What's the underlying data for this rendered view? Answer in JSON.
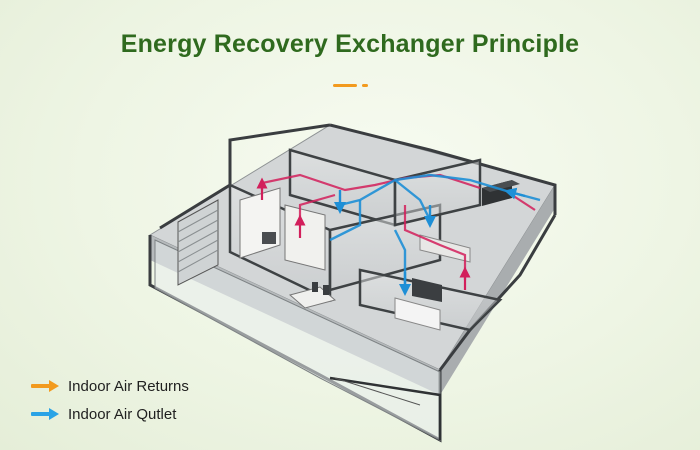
{
  "title": "Energy Recovery Exchanger Principle",
  "colors": {
    "title": "#2f6a1e",
    "accent": "#f29a1e",
    "return_arrow": "#f29a1e",
    "outlet_arrow": "#2aa3e6",
    "duct_return": "#d21f5b",
    "duct_outlet": "#1e8fd6",
    "wall": "#3a3d40",
    "floor": "#cfd2d3"
  },
  "legend": [
    {
      "label": "Indoor Air Returns",
      "icon": "orange-arrow-icon"
    },
    {
      "label": "Indoor Air Qutlet",
      "icon": "blue-arrow-icon"
    }
  ]
}
